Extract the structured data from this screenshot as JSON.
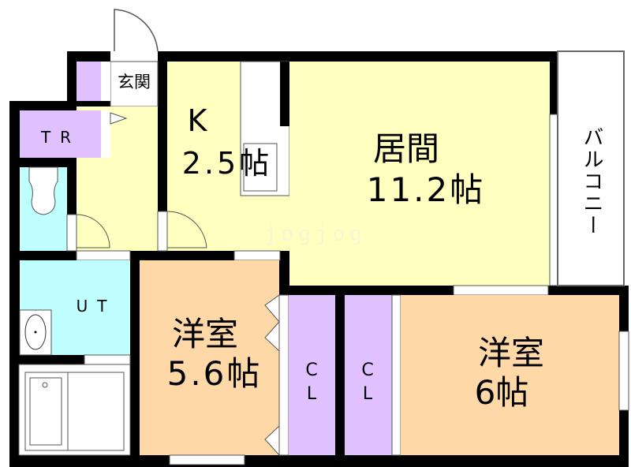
{
  "colors": {
    "living": "#ffffc0",
    "wet": "#c0ffff",
    "storage": "#e0c0ff",
    "bedroom": "#ffd8a8",
    "wall": "#000000"
  },
  "rooms": {
    "genkan": {
      "label": "玄関"
    },
    "toilet": {
      "label": "TR"
    },
    "kitchen": {
      "name": "K",
      "size": "2.5帖"
    },
    "living": {
      "name": "居間",
      "size": "11.2帖"
    },
    "balcony": {
      "label": "バルコニー"
    },
    "utility": {
      "label": "UT"
    },
    "western1": {
      "name": "洋室",
      "size": "5.6帖"
    },
    "closet1": {
      "c": "C",
      "l": "L"
    },
    "closet2": {
      "c": "C",
      "l": "L"
    },
    "western2": {
      "name": "洋室",
      "size": "6帖"
    }
  },
  "watermark": "jogjog"
}
